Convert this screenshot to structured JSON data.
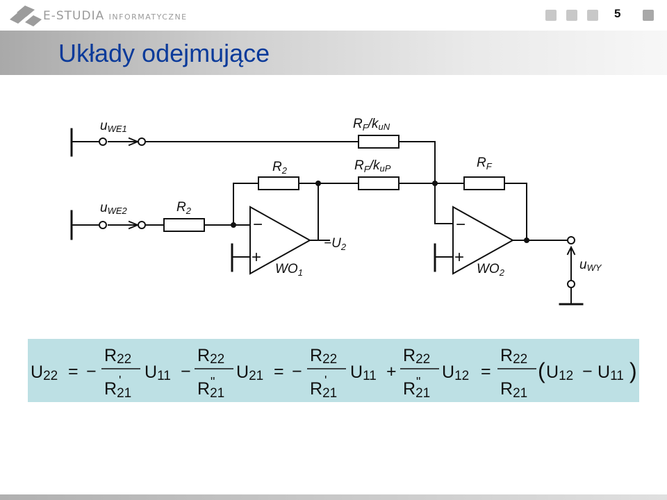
{
  "header": {
    "brand": "E-STUDIA",
    "brand_sub": "INFORMATYCZNE",
    "page_number": "5"
  },
  "slide": {
    "title": "Układy odejmujące"
  },
  "circuit": {
    "labels": {
      "uwe1": "u",
      "uwe1_sub": "WE1",
      "uwe2": "u",
      "uwe2_sub": "WE2",
      "r2_top": "R",
      "r2_top_sub": "2",
      "r2_in": "R",
      "r2_in_sub": "2",
      "rf_kun": "R",
      "rf_kun_sub": "F",
      "rf_kun_rest": "/k",
      "rf_kun_rest_sub": "uN",
      "rf_kup": "R",
      "rf_kup_sub": "F",
      "rf_kup_rest": "/k",
      "rf_kup_rest_sub": "uP",
      "rf": "R",
      "rf_sub": "F",
      "u2": "−U",
      "u2_sub": "2",
      "wo1": "WO",
      "wo1_sub": "1",
      "wo2": "WO",
      "wo2_sub": "2",
      "uwy": "u",
      "uwy_sub": "WY",
      "minus": "−",
      "plus": "+"
    }
  },
  "formula": {
    "U": "U",
    "R": "R",
    "s22": "22",
    "s21": "21",
    "s11": "11",
    "s12": "12",
    "eq": "=",
    "minus": "−",
    "plus": "+",
    "prime": "'",
    "dprime": "\"",
    "lparen": "(",
    "rparen": ")"
  }
}
